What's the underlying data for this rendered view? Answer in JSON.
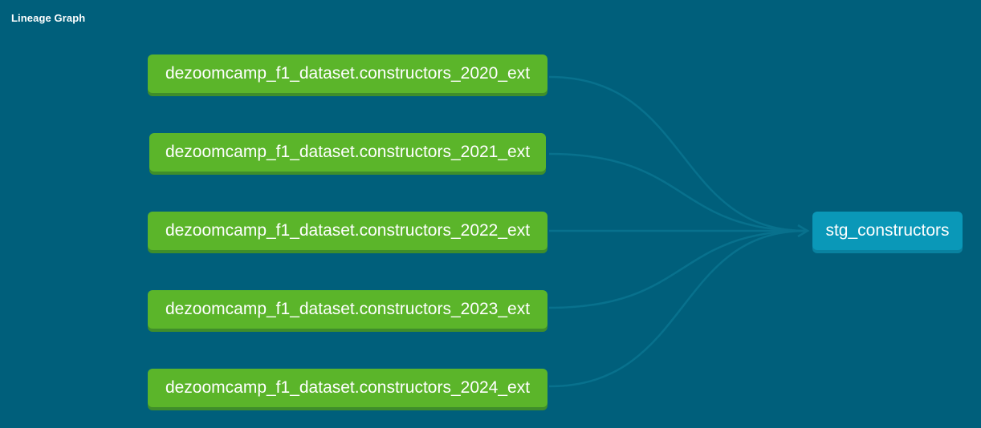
{
  "header": {
    "title": "Lineage Graph"
  },
  "colors": {
    "background": "#005f7b",
    "source_node": "#5bb52a",
    "model_node": "#0a98b8",
    "edge": "#08718d"
  },
  "graph": {
    "sources": [
      {
        "label": "dezoomcamp_f1_dataset.constructors_2020_ext"
      },
      {
        "label": "dezoomcamp_f1_dataset.constructors_2021_ext"
      },
      {
        "label": "dezoomcamp_f1_dataset.constructors_2022_ext"
      },
      {
        "label": "dezoomcamp_f1_dataset.constructors_2023_ext"
      },
      {
        "label": "dezoomcamp_f1_dataset.constructors_2024_ext"
      }
    ],
    "target": {
      "label": "stg_constructors"
    }
  }
}
